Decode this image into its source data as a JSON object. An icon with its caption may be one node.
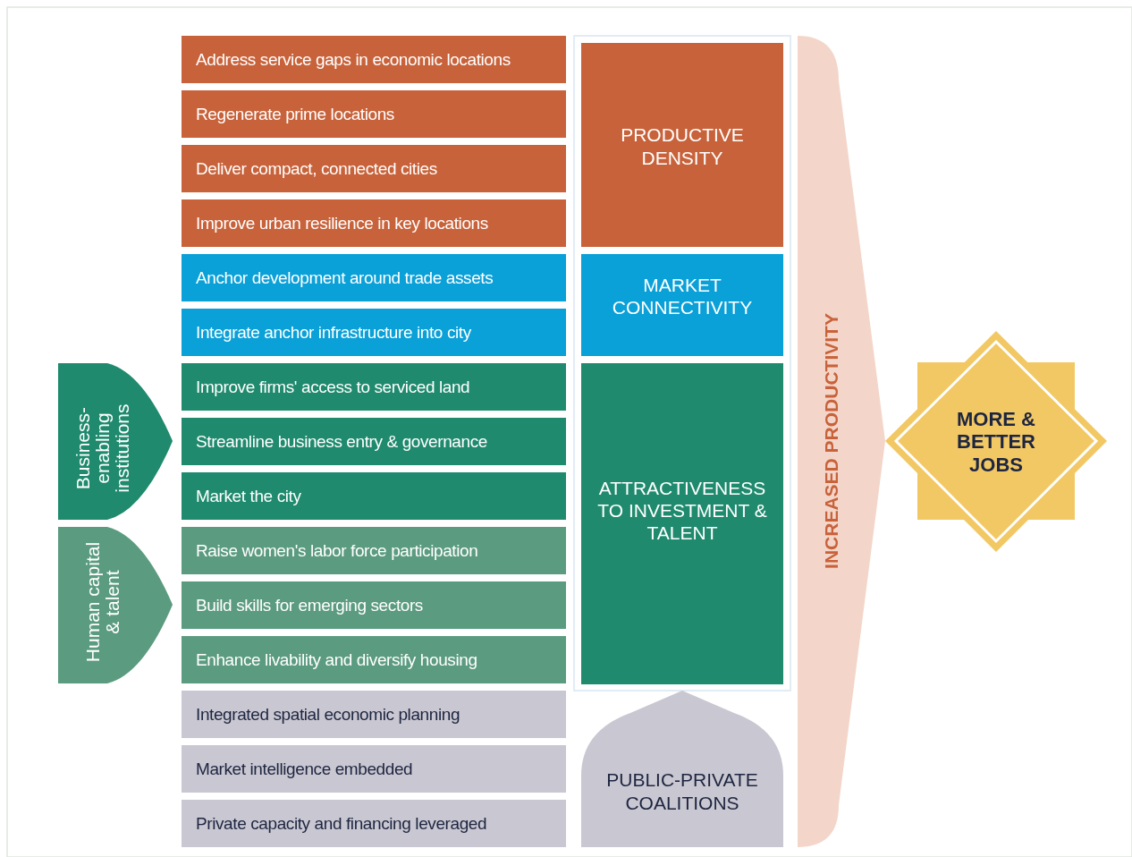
{
  "diagram": {
    "nodes": [
      {
        "text": [
          "Address service gaps in economic locations"
        ]
      },
      {
        "text": [
          "Regenerate prime locations"
        ]
      },
      {
        "text": [
          "Deliver compact, connected cities"
        ]
      },
      {
        "text": [
          "Improve urban resilience in key locations"
        ]
      },
      {
        "text": [
          "Anchor development around trade assets"
        ]
      },
      {
        "text": [
          "Integrate anchor infrastructure into city"
        ]
      },
      {
        "text": [
          "Improve firms' access to serviced land"
        ]
      },
      {
        "text": [
          "Streamline business entry & governance"
        ]
      },
      {
        "text": [
          "Market the city"
        ]
      },
      {
        "text": [
          "Raise women's labor force participation"
        ]
      },
      {
        "text": [
          "Build skills for emerging sectors"
        ]
      },
      {
        "text": [
          "Enhance livability and diversify housing"
        ]
      },
      {
        "text": [
          "Integrated spatial economic planning"
        ]
      },
      {
        "text": [
          "Market intelligence embedded"
        ]
      },
      {
        "text": [
          "Private capacity and financing leveraged"
        ]
      },
      {
        "text": [
          "PRODUCTIVE DENSITY"
        ]
      },
      {
        "text": [
          "MARKET CONNECTIVITY"
        ]
      },
      {
        "text": [
          "ATTRACTIVENESS TO INVESTMENT & TALENT"
        ]
      },
      {
        "text": [
          "PUBLIC-PRIVATE COALITIONS"
        ]
      },
      {
        "text": [
          "Business-enabling institutions"
        ]
      },
      {
        "text": [
          "Human capital & talent"
        ]
      },
      {
        "text": [
          "MORE & BETTER JOBS"
        ]
      }
    ],
    "edges": [
      {
        "from": null,
        "to": 21,
        "arrow": "to",
        "label": "INCREASED PRODUCTIVITY"
      }
    ]
  }
}
